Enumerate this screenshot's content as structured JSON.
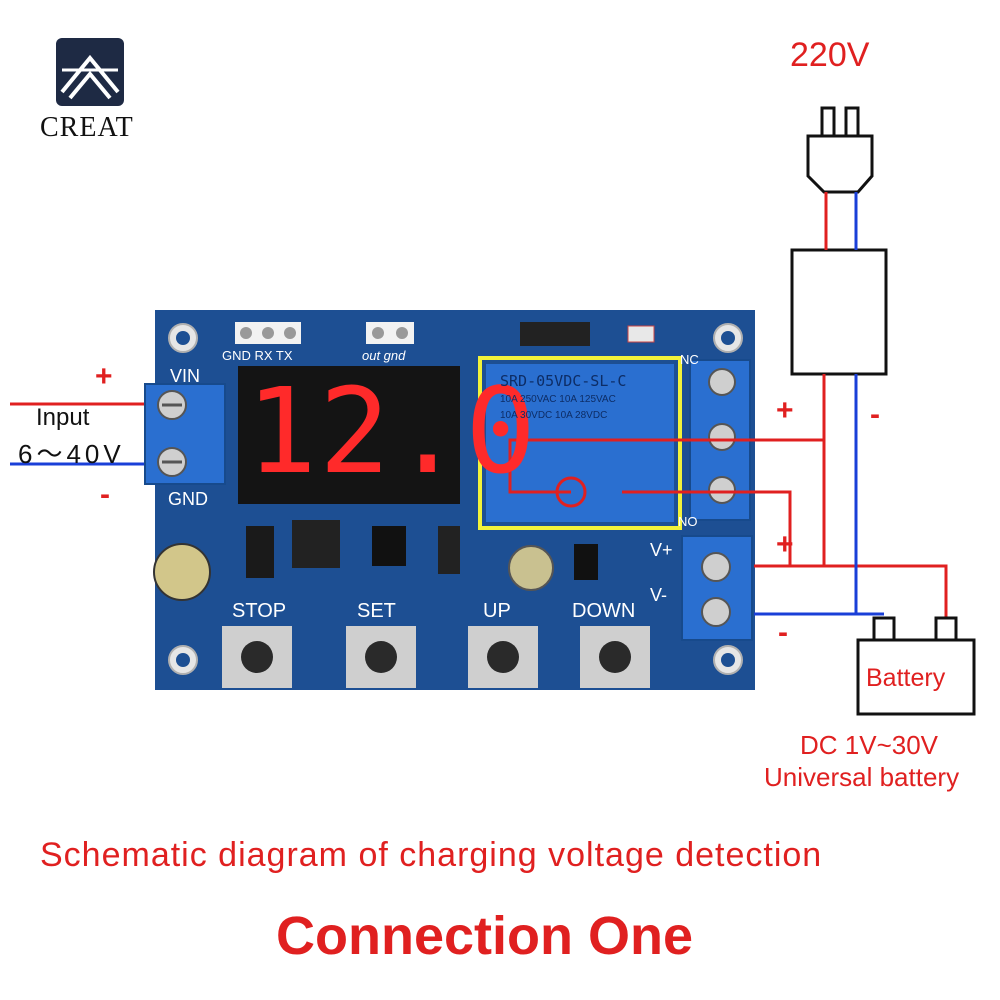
{
  "brand": {
    "name": "CREAT"
  },
  "mains": {
    "voltage_label": "220V"
  },
  "input": {
    "plus": "+",
    "minus": "-",
    "label": "Input",
    "range": "6～40V"
  },
  "board": {
    "vin": "VIN",
    "gnd": "GND",
    "header_uart": "GND RX TX",
    "header_out": "out gnd",
    "display_value": "12.0",
    "relay_text_1": "SRD-05VDC-SL-C",
    "relay_text_2": "10A 250VAC 10A 125VAC",
    "relay_text_3": "10A 30VDC 10A 28VDC",
    "buttons": [
      "STOP",
      "SET",
      "UP",
      "DOWN"
    ],
    "output_plus": "V+",
    "output_minus": "V-",
    "relay_nc": "NC",
    "relay_no": "NO"
  },
  "load_side": {
    "plus": "+",
    "minus": "-"
  },
  "battery_side": {
    "plus": "+",
    "minus": "-",
    "label": "Battery",
    "range": "DC 1V~30V",
    "type": "Universal battery"
  },
  "captions": {
    "schematic": "Schematic diagram of charging voltage detection",
    "connection": "Connection One"
  },
  "colors": {
    "positive_wire": "#e02020",
    "negative_wire": "#1a3fd8",
    "pcb": "#1d4f93",
    "terminal": "#2a6fd0",
    "display": "#ff2a2a",
    "highlight": "#f2f23a"
  }
}
